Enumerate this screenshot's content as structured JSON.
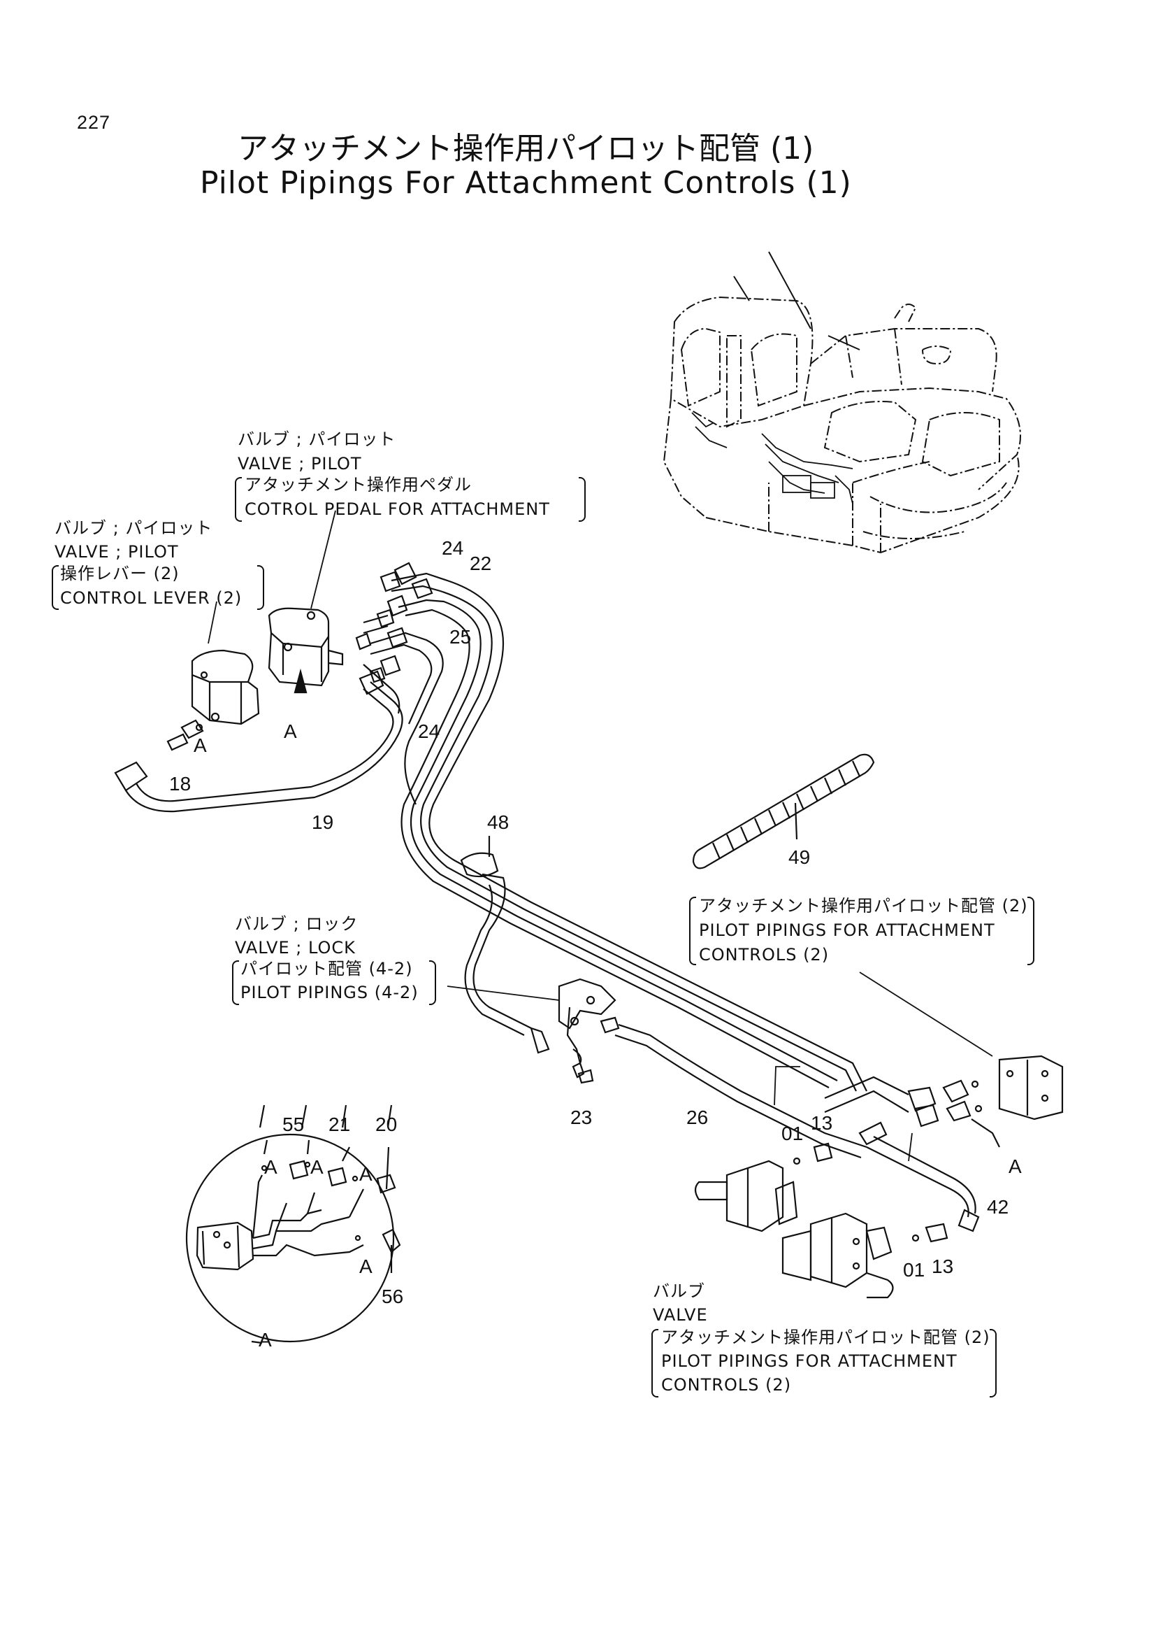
{
  "page_number": "227",
  "title_jp": "アタッチメント操作用パイロット配管 (1)",
  "title_en": "Pilot Pipings For Attachment Controls (1)",
  "labels": {
    "pedal_valve": [
      "バルブ ; パイロット",
      "VALVE ; PILOT",
      "アタッチメント操作用ペダル",
      "COTROL PEDAL FOR ATTACHMENT"
    ],
    "lever_valve": [
      "バルブ ; パイロット",
      "VALVE ; PILOT",
      "操作レバー (2)",
      "CONTROL LEVER (2)"
    ],
    "lock_valve": [
      "バルブ ; ロック",
      "VALVE ; LOCK",
      "パイロット配管 (4-2)",
      "PILOT PIPINGS (4-2)"
    ],
    "controls_ref": [
      "アタッチメント操作用パイロット配管 (2)",
      "PILOT PIPINGS FOR ATTACHMENT",
      "CONTROLS (2)"
    ],
    "valve_bottom": [
      "バルブ",
      "VALVE",
      "アタッチメント操作用パイロット配管 (2)",
      "PILOT PIPINGS FOR ATTACHMENT",
      "CONTROLS (2)"
    ]
  },
  "part_numbers": {
    "p24a": "24",
    "p22": "22",
    "p25": "25",
    "p24b": "24",
    "pA1": "A",
    "pA2": "A",
    "p18": "18",
    "p19": "19",
    "p48": "48",
    "p49": "49",
    "p23": "23",
    "p26": "26",
    "p01a": "01",
    "p13a": "13",
    "pA3": "A",
    "p42": "42",
    "p01b": "01",
    "p13b": "13",
    "p55": "55",
    "p21": "21",
    "p20": "20",
    "pA4": "A",
    "pA5": "A",
    "pA6": "A",
    "pA7": "A",
    "p56": "56",
    "pA8": "A"
  }
}
